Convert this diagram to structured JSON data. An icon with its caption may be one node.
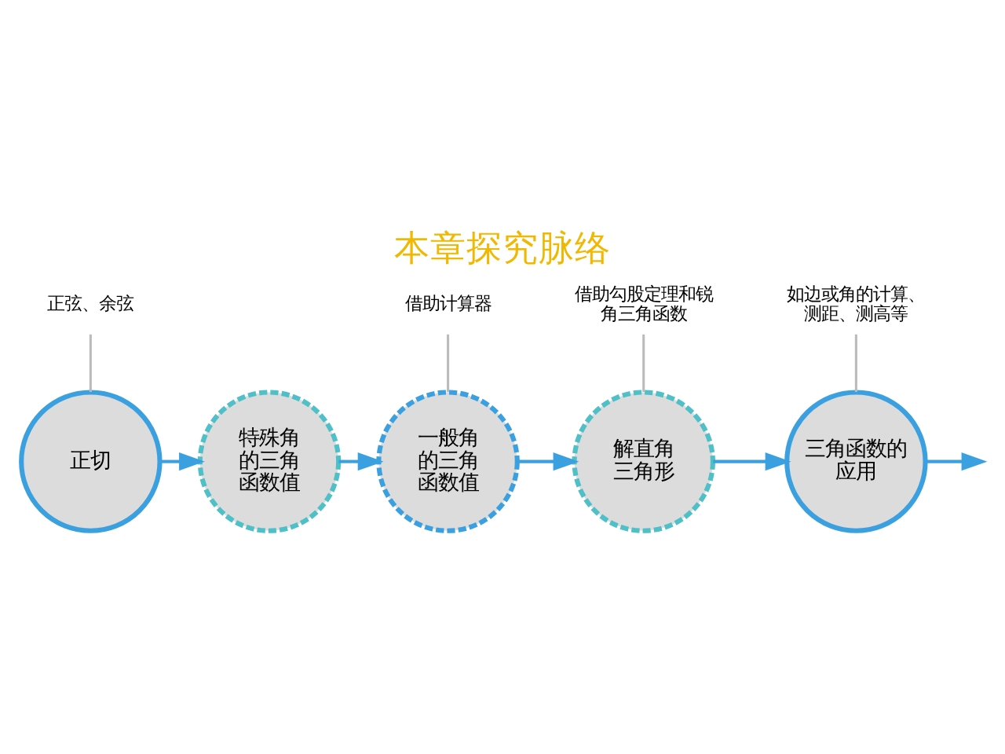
{
  "diagram": {
    "title": "本章探究脉络",
    "nodes": [
      {
        "text": [
          "正切"
        ]
      },
      {
        "text": [
          "特殊角的三角函数值"
        ]
      },
      {
        "text": [
          "一般角的三角函数值"
        ]
      },
      {
        "text": [
          "解直角三角形"
        ]
      },
      {
        "text": [
          "三角函数的应用"
        ]
      },
      {
        "text": [
          "正弦、余弦"
        ]
      },
      {
        "text": [
          "借助计算器"
        ]
      },
      {
        "text": [
          "借助勾股定理和锐角三角函数"
        ]
      },
      {
        "text": [
          "如边或角的计算、测距、测高等"
        ]
      }
    ],
    "edges": [
      {
        "from": 0,
        "to": 1,
        "arrow": "to"
      },
      {
        "from": 1,
        "to": 2,
        "arrow": "to"
      },
      {
        "from": 2,
        "to": 3,
        "arrow": "to"
      },
      {
        "from": 3,
        "to": 4,
        "arrow": "to"
      },
      {
        "from": 4,
        "to": null,
        "arrow": "to"
      },
      {
        "from": 5,
        "to": 0,
        "arrow": "none",
        "color": "#bbbbbb"
      },
      {
        "from": 6,
        "to": 2,
        "arrow": "none",
        "color": "#bbbbbb"
      },
      {
        "from": 7,
        "to": 3,
        "arrow": "none",
        "color": "#bbbbbb"
      },
      {
        "from": 8,
        "to": 4,
        "arrow": "none",
        "color": "#bbbbbb"
      }
    ]
  }
}
